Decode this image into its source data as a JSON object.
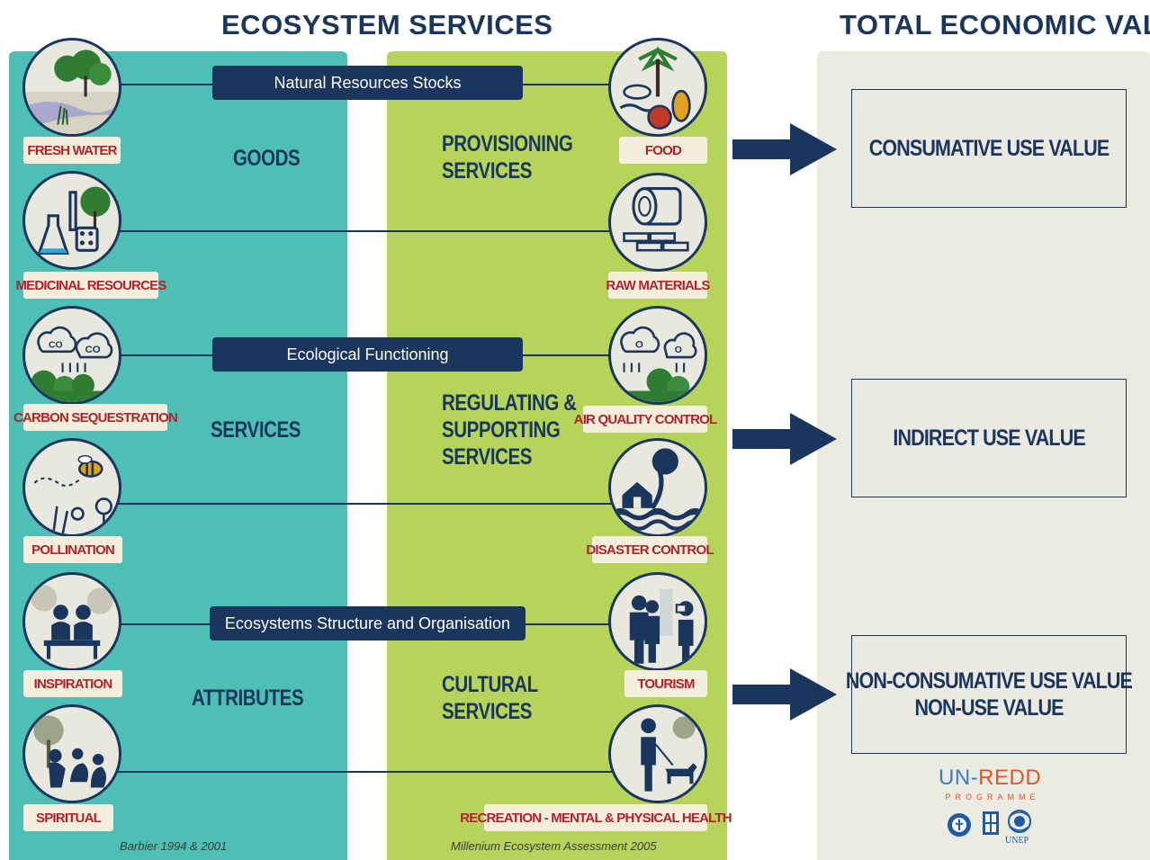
{
  "header": {
    "left_title": "ECOSYSTEM SERVICES",
    "right_title": "TOTAL ECONOMIC VALUE"
  },
  "bars": {
    "natural_resources": "Natural Resources Stocks",
    "ecological_functioning": "Ecological Functioning",
    "structure": "Ecosystems Structure and Organisation"
  },
  "left_sections": {
    "goods": "GOODS",
    "services": "SERVICES",
    "attributes": "ATTRIBUTES"
  },
  "mid_sections": {
    "provisioning": [
      "PROVISIONING",
      "SERVICES"
    ],
    "regulating": [
      "REGULATING &",
      "SUPPORTING",
      "SERVICES"
    ],
    "cultural": [
      "CULTURAL",
      "SERVICES"
    ]
  },
  "left_items": [
    {
      "label": "FRESH WATER",
      "icon": "fresh-water-icon"
    },
    {
      "label": "MEDICINAL RESOURCES",
      "icon": "medicine-icon"
    },
    {
      "label": "CARBON SEQUESTRATION",
      "icon": "carbon-icon"
    },
    {
      "label": "POLLINATION",
      "icon": "bee-icon"
    },
    {
      "label": "INSPIRATION",
      "icon": "inspiration-icon"
    },
    {
      "label": "SPIRITUAL",
      "icon": "spiritual-icon"
    }
  ],
  "right_items": [
    {
      "label": "FOOD",
      "icon": "food-icon"
    },
    {
      "label": "RAW MATERIALS",
      "icon": "logs-icon"
    },
    {
      "label": "AIR QUALITY CONTROL",
      "icon": "air-quality-icon"
    },
    {
      "label": "DISASTER CONTROL",
      "icon": "flood-icon"
    },
    {
      "label": "TOURISM",
      "icon": "tourism-icon"
    },
    {
      "label": "RECREATION - MENTAL & PHYSICAL HEALTH",
      "icon": "dog-walk-icon"
    }
  ],
  "values": {
    "consumative": "CONSUMATIVE USE VALUE",
    "indirect": "INDIRECT USE VALUE",
    "non_consumative": "NON-CONSUMATIVE USE VALUE",
    "non_use": "NON-USE VALUE"
  },
  "credits": {
    "left": "Barbier 1994 & 2001",
    "mid": "Millenium Ecosystem Assessment 2005"
  },
  "logo": {
    "un": "UN-",
    "redd": "REDD",
    "programme": "PROGRAMME",
    "unep": "UNEP"
  },
  "colors": {
    "navy": "#1b365d",
    "teal": "#4dbfb4",
    "lime": "#b6d45a",
    "beige": "#ecebe2",
    "label_red": "#b0232a"
  }
}
